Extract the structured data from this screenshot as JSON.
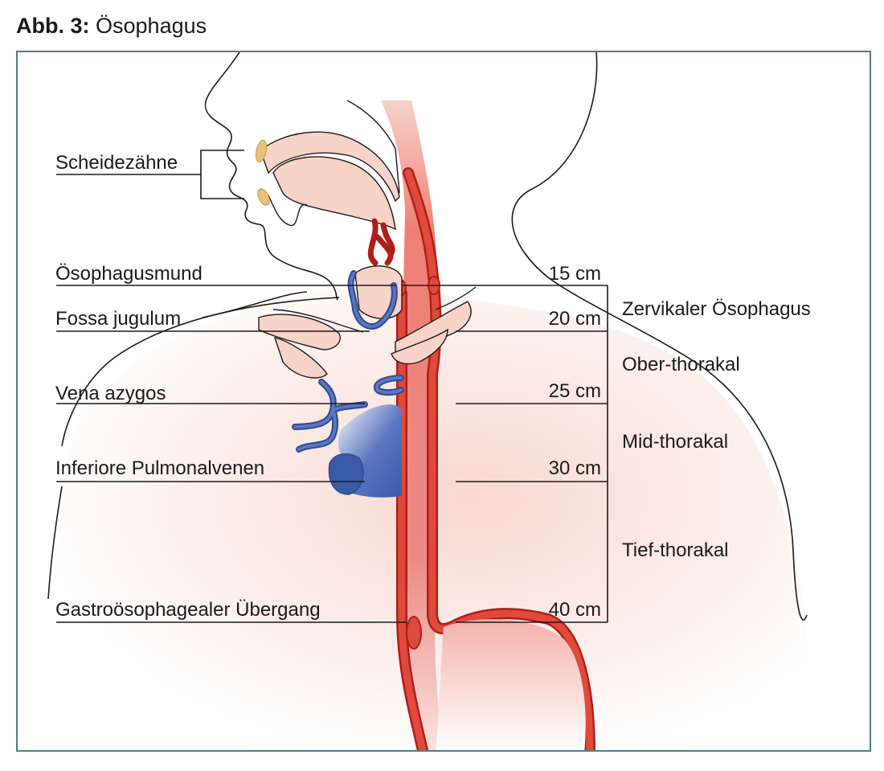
{
  "figure": {
    "number": "Abb. 3:",
    "title": "Ösophagus"
  },
  "anatomy_labels": {
    "incisors": "Scheidezähne",
    "esophageal_mouth": "Ösophagusmund",
    "jugular_fossa": "Fossa jugulum",
    "azygos_vein": "Vena azygos",
    "pulmonary_veins": "Inferiore Pulmonalvenen",
    "gastroesophageal_junction": "Gastroösophagealer Übergang"
  },
  "distance_markers": [
    "15 cm",
    "20 cm",
    "25 cm",
    "30 cm",
    "40 cm"
  ],
  "segments": [
    "Zervikaler Ösophagus",
    "Ober-thorakal",
    "Mid-thorakal",
    "Tief-thorakal"
  ],
  "colors": {
    "frame": "#4d7f80",
    "esophagus": "#e04a3c",
    "aorta_stroke": "#b01e1a",
    "veins": "#3b5aa8",
    "teeth": "#e8c27a",
    "tissue": "#f7d3c8"
  }
}
